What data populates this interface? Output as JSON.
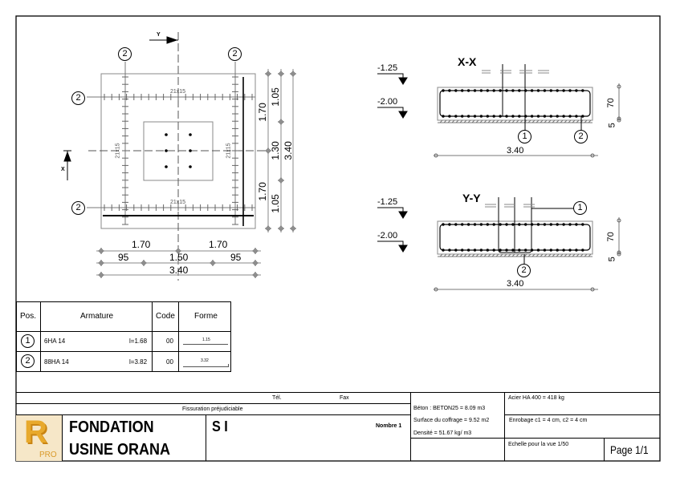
{
  "plan": {
    "section_marker_y": "Y",
    "section_marker_x": "X",
    "bar_mark": "2",
    "spacing_label": "21x15",
    "dims_right": {
      "upper": "1.70",
      "lower": "1.70",
      "edge_top": "1.05",
      "middle": "1.30",
      "edge_bottom": "1.05",
      "total": "3.40"
    },
    "dims_bottom": {
      "left_half": "1.70",
      "right_half": "1.70",
      "left_edge": "95",
      "middle": "1.50",
      "right_edge": "95",
      "total": "3.40"
    }
  },
  "sections": [
    {
      "title": "X-X",
      "level_top": "-1.25",
      "level_bottom": "-2.00",
      "mark_a": "1",
      "mark_b": "2",
      "width": "3.40",
      "height": "70",
      "cover": "5"
    },
    {
      "title": "Y-Y",
      "level_top": "-1.25",
      "level_bottom": "-2.00",
      "mark_a": "1",
      "mark_b": "2",
      "width": "3.40",
      "height": "70",
      "cover": "5"
    }
  ],
  "rebar_table": {
    "headers": [
      "Pos.",
      "Armature",
      "Code",
      "Forme"
    ],
    "rows": [
      {
        "pos": "1",
        "armature": "6HA 14",
        "length": "l=1.68",
        "code": "00",
        "shape_dim": "1.15"
      },
      {
        "pos": "2",
        "armature": "88HA 14",
        "length": "l=3.82",
        "code": "00",
        "shape_dim": "3.32"
      }
    ]
  },
  "title_block": {
    "tel": "Tél.",
    "fax": "Fax",
    "fissuration": "Fissuration préjudiciable",
    "logo_letter": "R",
    "logo_pro": "PRO",
    "title_line1": "FONDATION",
    "title_line2": "USINE ORANA",
    "element": "S I",
    "nombre": "Nombre 1",
    "beton": "Béton : BETON25 = 8.09 m3",
    "surface": "Surface du coffrage = 9.52 m2",
    "densite": "Densité = 51.67 kg/ m3",
    "acier": "Acier HA 400 = 418 kg",
    "enrobage": "Enrobage  c1 = 4 cm,  c2 = 4 cm",
    "echelle": "Echelle pour la vue 1/50",
    "page": "Page 1/1"
  }
}
